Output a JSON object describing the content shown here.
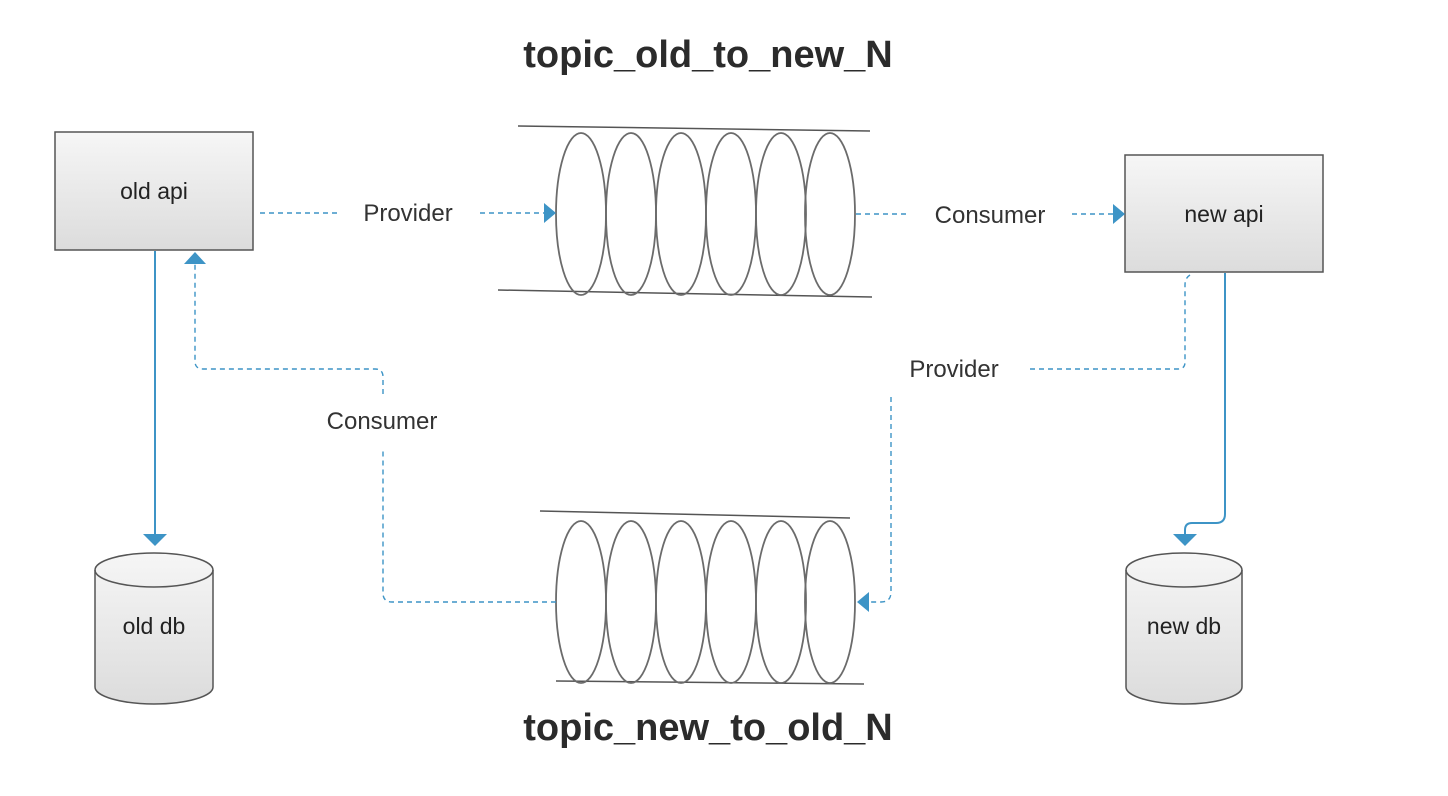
{
  "diagram": {
    "title_top": "topic_old_to_new_N",
    "title_bottom": "topic_new_to_old_N",
    "nodes": {
      "old_api": "old api",
      "new_api": "new api",
      "old_db": "old db",
      "new_db": "new db"
    },
    "edges": {
      "old_to_topic_top": "Provider",
      "topic_top_to_new": "Consumer",
      "new_to_topic_bottom": "Provider",
      "topic_bottom_to_old": "Consumer"
    },
    "colors": {
      "connector": "#3d94c6",
      "box_gradient_top": "#f6f6f6",
      "box_gradient_bottom": "#dcdcdc",
      "border": "#555555"
    }
  }
}
